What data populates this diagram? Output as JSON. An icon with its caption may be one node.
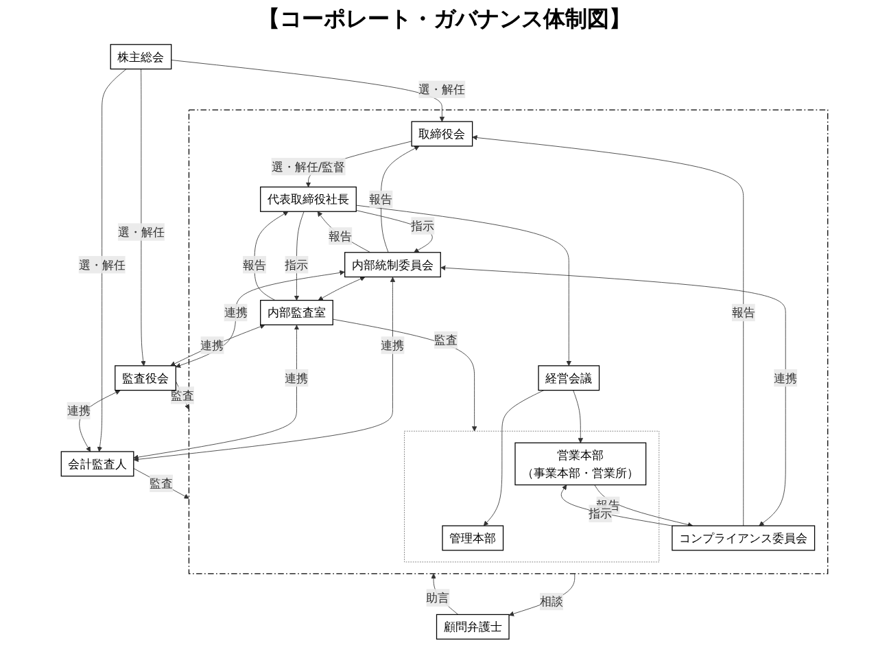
{
  "diagram": {
    "title": "【コーポレート・ガバナンス体制図】",
    "nodes": [
      {
        "text": [
          "株主総会"
        ]
      },
      {
        "text": [],
        "shape": "box"
      },
      {
        "text": [
          "取締役会"
        ],
        "in": 1
      },
      {
        "text": [
          "代表取締役社長"
        ],
        "in": 1
      },
      {
        "text": [
          "内部統制委員会"
        ],
        "in": 1
      },
      {
        "text": [
          "内部監査室"
        ],
        "in": 1
      },
      {
        "text": [
          "経営会議"
        ],
        "in": 1
      },
      {
        "text": [],
        "shape": "box",
        "in": 1
      },
      {
        "text": [
          "管理本部"
        ],
        "in": 7
      },
      {
        "text": [
          "営業本部",
          "（事業本部・営業所）"
        ],
        "in": 7
      },
      {
        "text": [
          "コンプライアンス委員会"
        ],
        "in": 1
      },
      {
        "text": [
          "監査役会"
        ]
      },
      {
        "text": [
          "会計監査人"
        ]
      },
      {
        "text": [
          "顧問弁護士"
        ]
      }
    ],
    "edges": [
      {
        "from": 0,
        "to": 2,
        "arrow": "to",
        "label": "選・解任"
      },
      {
        "from": 0,
        "to": 11,
        "arrow": "to",
        "label": "選・解任"
      },
      {
        "from": 0,
        "to": 12,
        "arrow": "to",
        "label": "選・解任"
      },
      {
        "from": 2,
        "to": 3,
        "arrow": "to",
        "label": "選・解任/監督"
      },
      {
        "from": 3,
        "to": 6,
        "arrow": "to"
      },
      {
        "from": 6,
        "to": 8,
        "arrow": "to"
      },
      {
        "from": 6,
        "to": 9,
        "arrow": "to"
      },
      {
        "from": 4,
        "to": 2,
        "arrow": "to",
        "label": "報告"
      },
      {
        "from": 4,
        "to": 5,
        "arrow": "both"
      },
      {
        "from": 10,
        "to": 2,
        "arrow": "to",
        "label": "報告"
      },
      {
        "from": 3,
        "to": 4,
        "arrow": "to",
        "label": "指示"
      },
      {
        "from": 4,
        "to": 3,
        "arrow": "to",
        "label": "報告"
      },
      {
        "from": 3,
        "to": 5,
        "arrow": "to",
        "label": "指示"
      },
      {
        "from": 5,
        "to": 3,
        "arrow": "to",
        "label": "報告"
      },
      {
        "from": 5,
        "to": 7,
        "arrow": "to",
        "label": "監査"
      },
      {
        "from": 4,
        "to": 10,
        "arrow": "both",
        "label": "連携"
      },
      {
        "from": 9,
        "to": 10,
        "arrow": "to",
        "label": "報告"
      },
      {
        "from": 10,
        "to": 9,
        "arrow": "to",
        "label": "指示"
      },
      {
        "from": 11,
        "to": 1,
        "arrow": "to",
        "label": "監査"
      },
      {
        "from": 12,
        "to": 1,
        "arrow": "to",
        "label": "監査"
      },
      {
        "from": 4,
        "to": 11,
        "arrow": "both",
        "label": "連携"
      },
      {
        "from": 5,
        "to": 11,
        "arrow": "both",
        "label": "連携"
      },
      {
        "from": 4,
        "to": 12,
        "arrow": "both",
        "label": "連携"
      },
      {
        "from": 5,
        "to": 12,
        "arrow": "both",
        "label": "連携"
      },
      {
        "from": 11,
        "to": 12,
        "arrow": "both",
        "label": "連携"
      },
      {
        "from": 1,
        "to": 13,
        "arrow": "to",
        "label": "相談"
      },
      {
        "from": 13,
        "to": 1,
        "arrow": "to",
        "label": "助言"
      }
    ]
  }
}
